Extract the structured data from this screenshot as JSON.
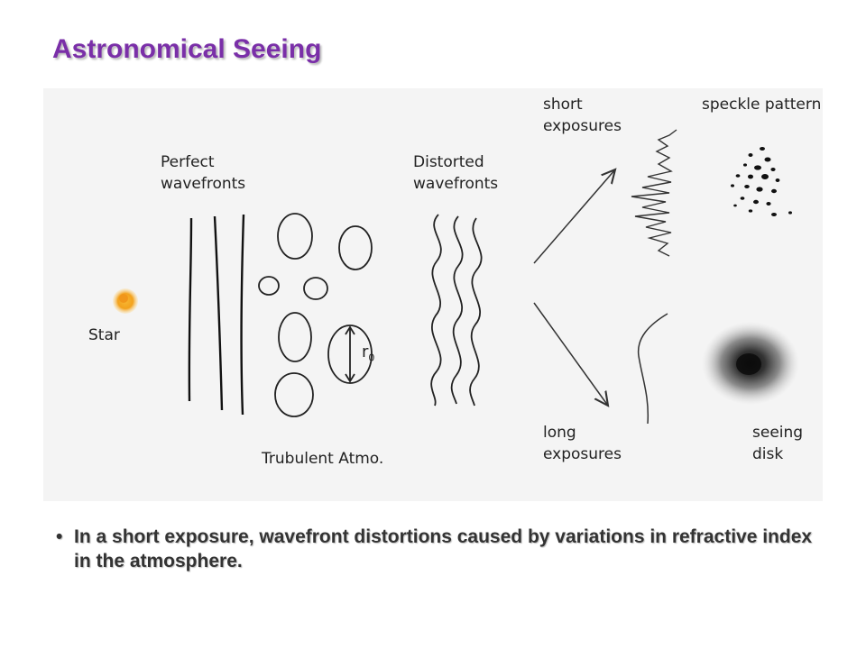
{
  "title": "Astronomical Seeing",
  "diagram": {
    "star_label": "Star",
    "perfect_wavefronts": [
      "Perfect",
      "wavefronts"
    ],
    "turbulent_label": "Trubulent Atmo.",
    "r0_label": "r",
    "r0_sub": "0",
    "distorted_wavefronts": [
      "Distorted",
      "wavefronts"
    ],
    "short_exposures": [
      "short",
      "exposures"
    ],
    "long_exposures": [
      "long",
      "exposures"
    ],
    "speckle_pattern": "speckle pattern",
    "seeing_disk": [
      "seeing",
      "disk"
    ]
  },
  "bullet": {
    "symbol": "•",
    "text": "In a short exposure, wavefront distortions caused by variations in refractive index in the atmosphere."
  }
}
